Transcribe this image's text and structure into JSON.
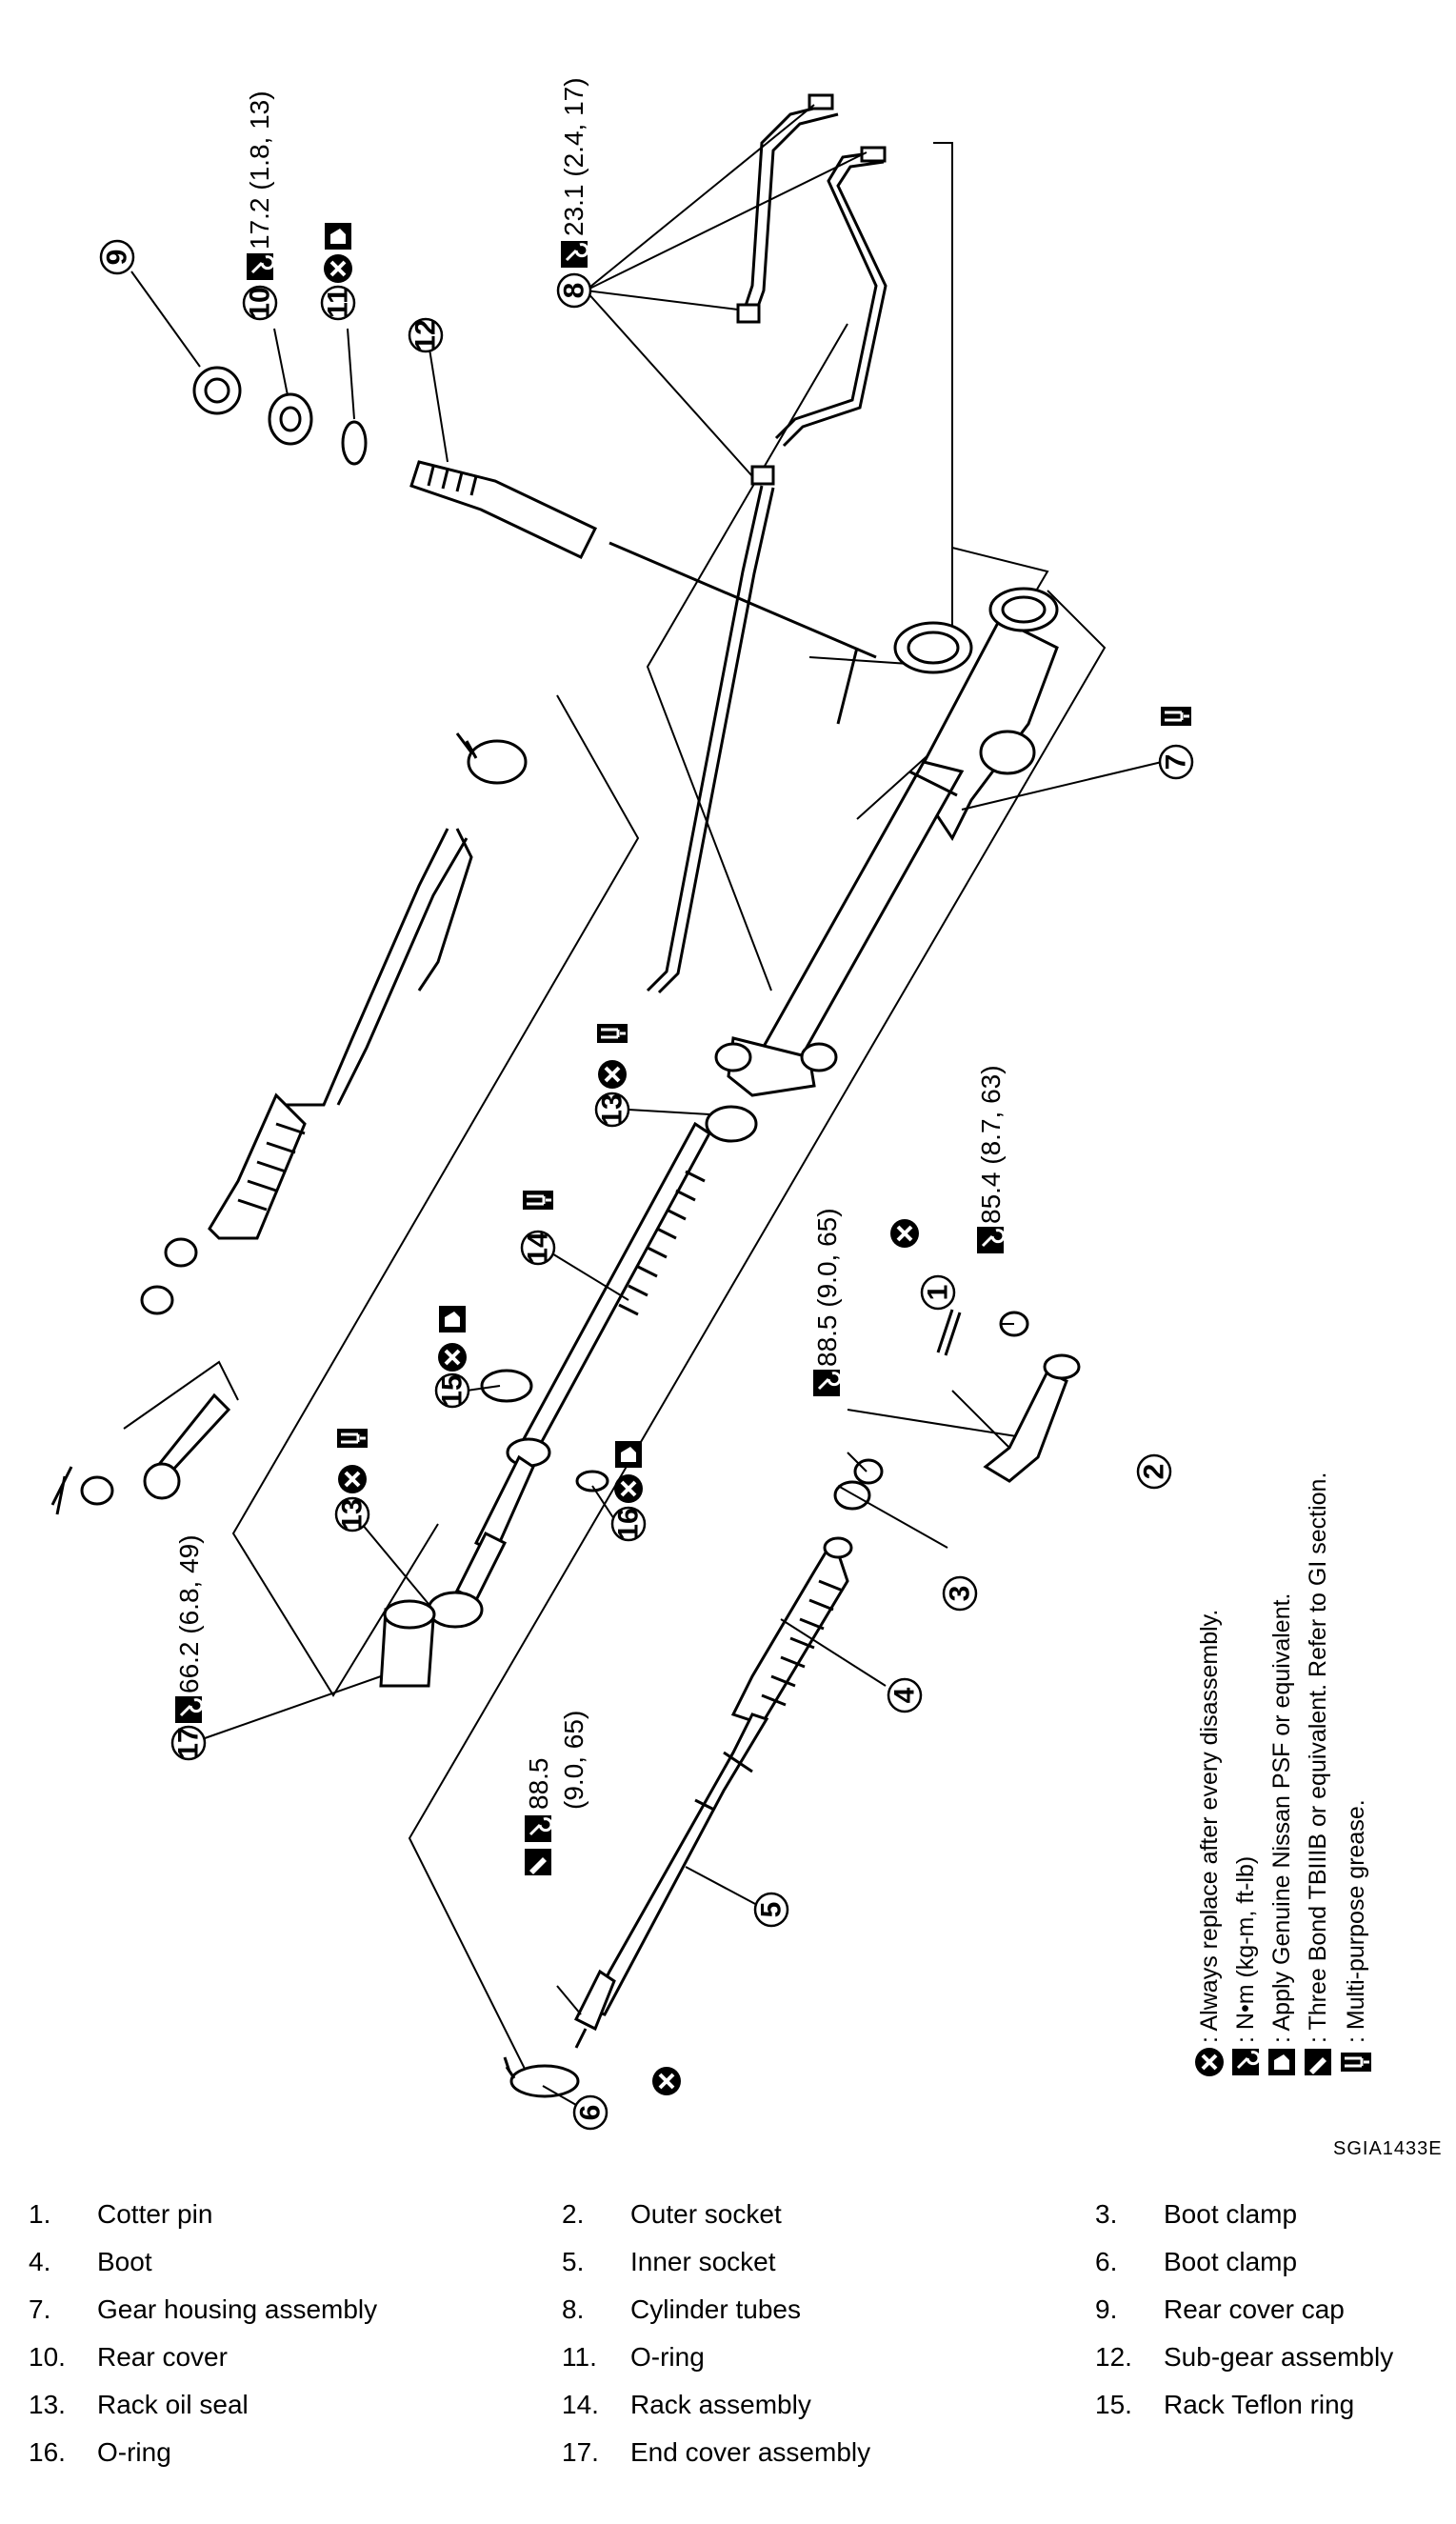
{
  "figure_code": "SGIA1433E",
  "torque_specs": {
    "t10": "17.2 (1.8, 13)",
    "t8": "23.1 (2.4, 17)",
    "t1": "85.4 (8.7, 63)",
    "t2": "88.5 (9.0, 65)",
    "t5a": "88.5",
    "t5b": "(9.0, 65)",
    "t17": "66.2 (6.8, 49)"
  },
  "legend": [
    {
      "icon": "replace-x-icon",
      "text": ": Always replace after every disassembly."
    },
    {
      "icon": "torque-wrench-icon",
      "text": ": N•m (kg-m, ft-lb)"
    },
    {
      "icon": "fluid-can-icon",
      "text": ": Apply Genuine Nissan PSF  or equivalent."
    },
    {
      "icon": "sealant-tube-icon",
      "text": ": Three Bond TBIIIB or equivalent. Refer to GI section."
    },
    {
      "icon": "grease-gun-icon",
      "text": ": Multi-purpose grease."
    }
  ],
  "parts": [
    [
      {
        "num": "1.",
        "name": "Cotter pin"
      },
      {
        "num": "2.",
        "name": "Outer socket"
      },
      {
        "num": "3.",
        "name": "Boot clamp"
      }
    ],
    [
      {
        "num": "4.",
        "name": "Boot"
      },
      {
        "num": "5.",
        "name": "Inner socket"
      },
      {
        "num": "6.",
        "name": "Boot clamp"
      }
    ],
    [
      {
        "num": "7.",
        "name": "Gear housing assembly"
      },
      {
        "num": "8.",
        "name": "Cylinder tubes"
      },
      {
        "num": "9.",
        "name": "Rear cover cap"
      }
    ],
    [
      {
        "num": "10.",
        "name": "Rear cover"
      },
      {
        "num": "11.",
        "name": "O-ring"
      },
      {
        "num": "12.",
        "name": "Sub-gear assembly"
      }
    ],
    [
      {
        "num": "13.",
        "name": "Rack oil seal"
      },
      {
        "num": "14.",
        "name": "Rack assembly"
      },
      {
        "num": "15.",
        "name": "Rack Teflon ring"
      }
    ],
    [
      {
        "num": "16.",
        "name": "O-ring"
      },
      {
        "num": "17.",
        "name": "End cover assembly"
      },
      {
        "num": "",
        "name": ""
      }
    ]
  ],
  "callouts": {
    "c1": "1",
    "c2": "2",
    "c3": "3",
    "c4": "4",
    "c5": "5",
    "c6": "6",
    "c7": "7",
    "c8": "8",
    "c9": "9",
    "c10": "10",
    "c11": "11",
    "c12": "12",
    "c13a": "13",
    "c13b": "13",
    "c14": "14",
    "c15": "15",
    "c16": "16",
    "c17": "17"
  }
}
